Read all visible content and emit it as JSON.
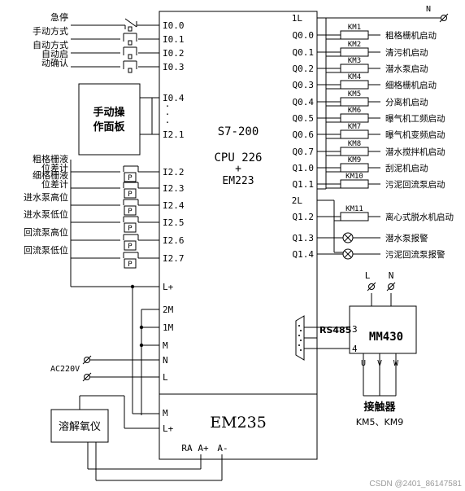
{
  "plc": {
    "model": "S7-200",
    "cpu": "CPU 226",
    "plus": "+",
    "ext": "EM223",
    "analog": "EM235"
  },
  "inputs": [
    {
      "addr": "I0.0",
      "label": [
        "急停"
      ],
      "sw": "nc"
    },
    {
      "addr": "I0.1",
      "label": [
        "手动方式"
      ],
      "sw": "no"
    },
    {
      "addr": "I0.2",
      "label": [
        "自动方式"
      ],
      "sw": "no"
    },
    {
      "addr": "I0.3",
      "label": [
        "自动启",
        "动确认"
      ],
      "sw": "no"
    },
    {
      "addr": "I2.2",
      "label": [
        "粗格栅液",
        "位差计"
      ],
      "sw": "p"
    },
    {
      "addr": "I2.3",
      "label": [
        "细格栅液",
        "位差计"
      ],
      "sw": "p"
    },
    {
      "addr": "I2.4",
      "label": [
        "进水泵高位"
      ],
      "sw": "p"
    },
    {
      "addr": "I2.5",
      "label": [
        "进水泵低位"
      ],
      "sw": "p"
    },
    {
      "addr": "I2.6",
      "label": [
        "回流泵高位"
      ],
      "sw": "p"
    },
    {
      "addr": "I2.7",
      "label": [
        "回流泵低位"
      ],
      "sw": "p"
    }
  ],
  "panel": {
    "label": [
      "手动操",
      "作面板"
    ],
    "start": "I0.4",
    "end": "I2.1",
    "dots": "·"
  },
  "left_terminals": [
    "L+",
    "2M",
    "1M",
    "M",
    "N",
    "L"
  ],
  "power": {
    "label": "AC220V",
    "N": "N",
    "L": "L"
  },
  "outputs": [
    {
      "addr": "Q0.0",
      "km": "KM1",
      "label": "粗格栅机启动"
    },
    {
      "addr": "Q0.1",
      "km": "KM2",
      "label": "清污机启动"
    },
    {
      "addr": "Q0.2",
      "km": "KM3",
      "label": "潜水泵启动"
    },
    {
      "addr": "Q0.3",
      "km": "KM4",
      "label": "细格栅机启动"
    },
    {
      "addr": "Q0.4",
      "km": "KM5",
      "label": "分离机启动"
    },
    {
      "addr": "Q0.5",
      "km": "KM6",
      "label": "曝气机工频启动"
    },
    {
      "addr": "Q0.6",
      "km": "KM7",
      "label": "曝气机变频启动"
    },
    {
      "addr": "Q0.7",
      "km": "KM8",
      "label": "潜水搅拌机启动"
    },
    {
      "addr": "Q1.0",
      "km": "KM9",
      "label": "刮泥机启动"
    },
    {
      "addr": "Q1.1",
      "km": "KM10",
      "label": "污泥回流泵启动"
    },
    {
      "addr": "Q1.2",
      "km": "KM11",
      "label": "离心式脱水机启动"
    },
    {
      "addr": "Q1.3",
      "km": "",
      "label": "潜水泵报警"
    },
    {
      "addr": "Q1.4",
      "km": "",
      "label": "污泥回流泵报警"
    }
  ],
  "commons": {
    "c1": "1L",
    "c2": "2L",
    "neutral": "N"
  },
  "comm": {
    "label": "RS485",
    "pin3": "3",
    "pin4": "4"
  },
  "inverter": {
    "name": "MM430",
    "L": "L",
    "N": "N",
    "U": "U",
    "V": "V",
    "W": "W"
  },
  "contactor": {
    "label": "接触器",
    "sub": "KM5、KM9"
  },
  "em235": {
    "M": "M",
    "Lp": "L+",
    "RA": "RA",
    "Ap": "A+",
    "Am": "A-"
  },
  "sensor": {
    "label": "溶解氧仪"
  },
  "p_symbol": "P",
  "lamp_symbol": "⊗",
  "watermark": "CSDN @2401_86147581"
}
